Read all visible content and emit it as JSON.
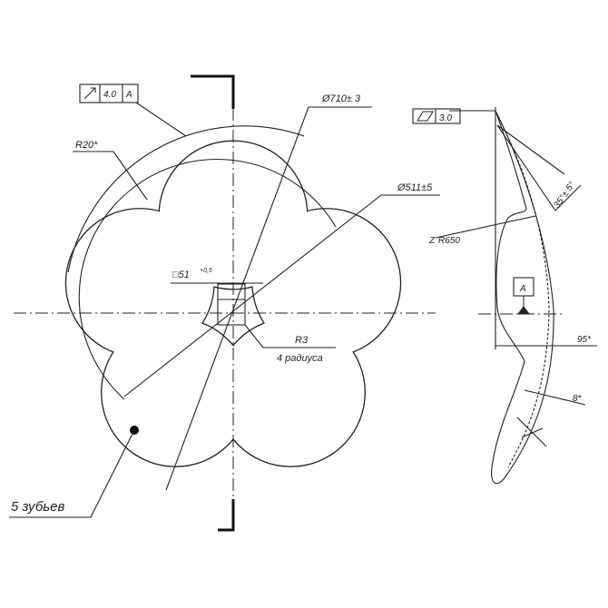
{
  "front_view": {
    "runout_tolerance": {
      "symbol": "runout-arrow",
      "value": "4.0",
      "datum": "A"
    },
    "fillet_radius": "R20*",
    "outer_diameter": "Ø710± 3",
    "inner_diameter": "Ø511±5",
    "square_hole": "□51",
    "square_hole_tol": "+0,5",
    "corner_radius": "R3",
    "corner_radius_note": "4 радиуса",
    "teeth_note": "5 зубьев"
  },
  "side_view": {
    "flatness_tolerance": {
      "symbol": "flatness-parallelogram",
      "value": "3.0"
    },
    "sphere_radius": "R650",
    "sphere_radius_symbol": "Z",
    "bevel_angle": "35°± 5°",
    "datum_label": "A",
    "depth": "95*",
    "thickness": "8*"
  }
}
